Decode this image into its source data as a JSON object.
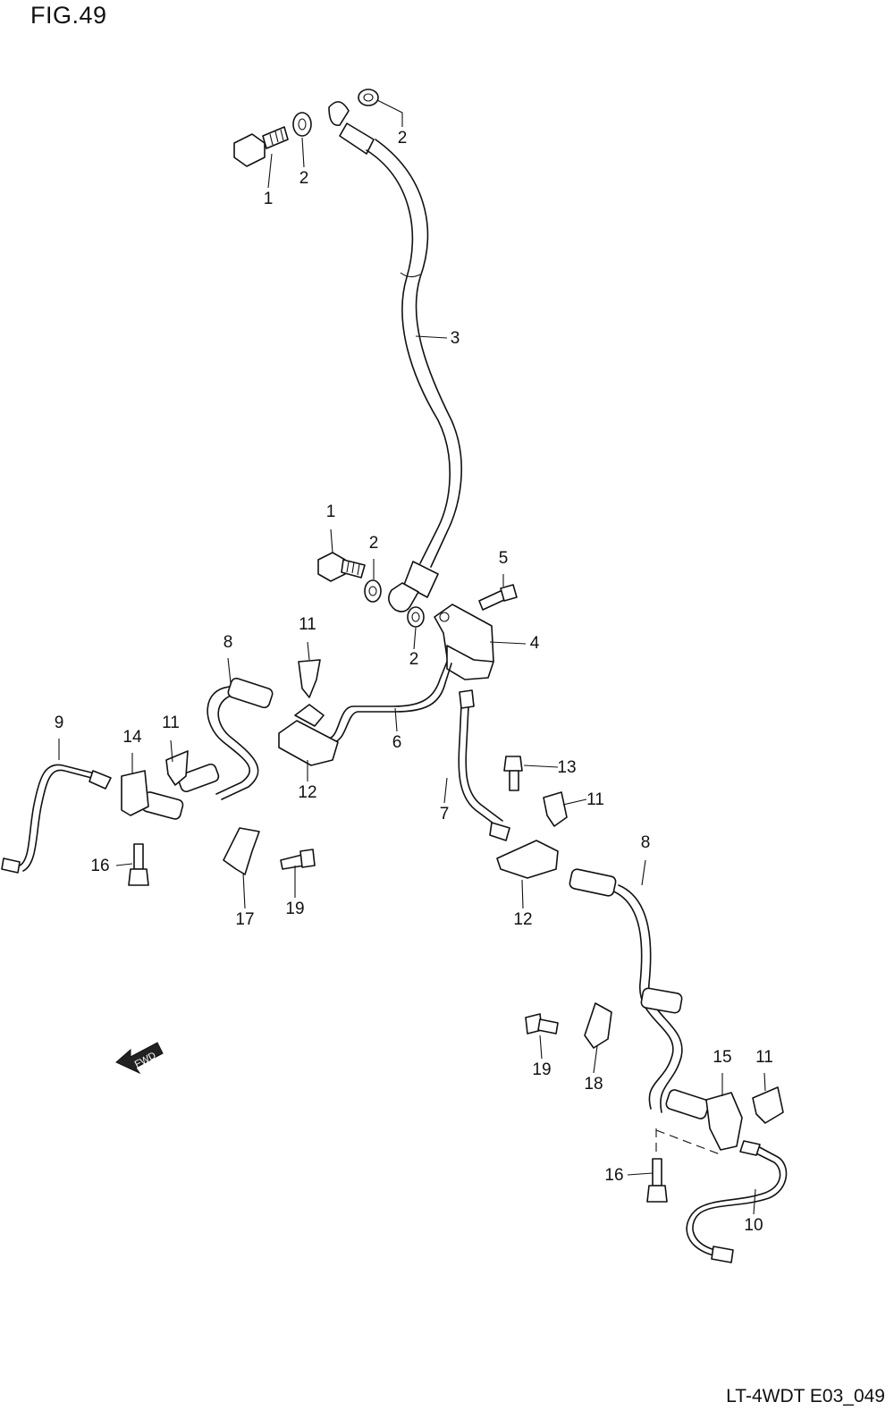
{
  "figure": {
    "title": "FIG.49",
    "code": "LT-4WDT E03_049"
  },
  "fwd_label": "FWD",
  "callouts": [
    {
      "label": "1"
    },
    {
      "label": "2"
    },
    {
      "label": "2"
    },
    {
      "label": "3"
    },
    {
      "label": "1"
    },
    {
      "label": "2"
    },
    {
      "label": "5"
    },
    {
      "label": "2"
    },
    {
      "label": "4"
    },
    {
      "label": "8"
    },
    {
      "label": "11"
    },
    {
      "label": "6"
    },
    {
      "label": "12"
    },
    {
      "label": "9"
    },
    {
      "label": "14"
    },
    {
      "label": "11"
    },
    {
      "label": "16"
    },
    {
      "label": "17"
    },
    {
      "label": "19"
    },
    {
      "label": "7"
    },
    {
      "label": "13"
    },
    {
      "label": "11"
    },
    {
      "label": "8"
    },
    {
      "label": "12"
    },
    {
      "label": "19"
    },
    {
      "label": "18"
    },
    {
      "label": "15"
    },
    {
      "label": "11"
    },
    {
      "label": "16"
    },
    {
      "label": "10"
    }
  ]
}
